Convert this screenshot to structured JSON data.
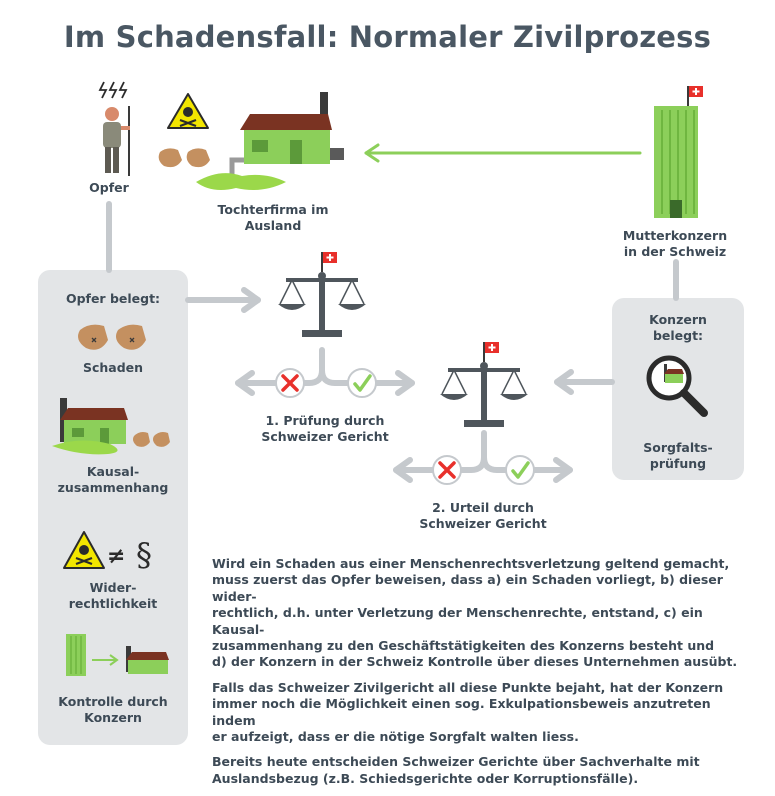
{
  "title": "Im Schadensfall: Normaler Zivilprozess",
  "nodes": {
    "victim": "Opfer",
    "subsidiary": [
      "Tochterfirma im",
      "Ausland"
    ],
    "parent": [
      "Mutterkonzern",
      "in der Schweiz"
    ],
    "check": [
      "1. Prüfung durch",
      "Schweizer Gericht"
    ],
    "verdict": [
      "2. Urteil durch",
      "Schweizer Gericht"
    ]
  },
  "left_panel": {
    "heading": "Opfer belegt:",
    "items": [
      [
        "Schaden"
      ],
      [
        "Kausal-",
        "zusammenhang"
      ],
      [
        "Wider-",
        "rechtlichkeit"
      ],
      [
        "Kontrolle durch",
        "Konzern"
      ]
    ]
  },
  "right_panel": {
    "heading": [
      "Konzern",
      "belegt:"
    ],
    "item": [
      "Sorgfalts-",
      "prüfung"
    ]
  },
  "paragraphs": [
    [
      "Wird ein Schaden aus einer Menschenrechtsverletzung geltend gemacht,",
      "muss zuerst das Opfer beweisen,  dass a) ein Schaden vorliegt, b) dieser wider-",
      "rechtlich, d.h. unter Verletzung der Menschenrechte, entstand, c) ein Kausal-",
      "zusammenhang zu den Geschäftstätigkeiten des Konzerns besteht und",
      "d) der Konzern in der Schweiz Kontrolle über dieses Unternehmen ausübt."
    ],
    [
      "Falls das Schweizer Zivilgericht all diese Punkte bejaht, hat der Konzern",
      "immer noch die Möglichkeit einen sog. Exkulpationsbeweis anzutreten indem",
      "er aufzeigt, dass er die nötige Sorgfalt walten liess."
    ],
    [
      "Bereits heute entscheiden Schweizer Gerichte über Sachverhalte mit",
      "Auslandsbezug (z.B. Schiedsgerichte oder Korruptionsfälle)."
    ]
  ],
  "colors": {
    "green": "#8ccf5a",
    "gray": "#c5c9cd",
    "panel": "#e3e5e7",
    "red": "#e8302b",
    "text": "#3d4a56",
    "dark": "#4f565c"
  }
}
